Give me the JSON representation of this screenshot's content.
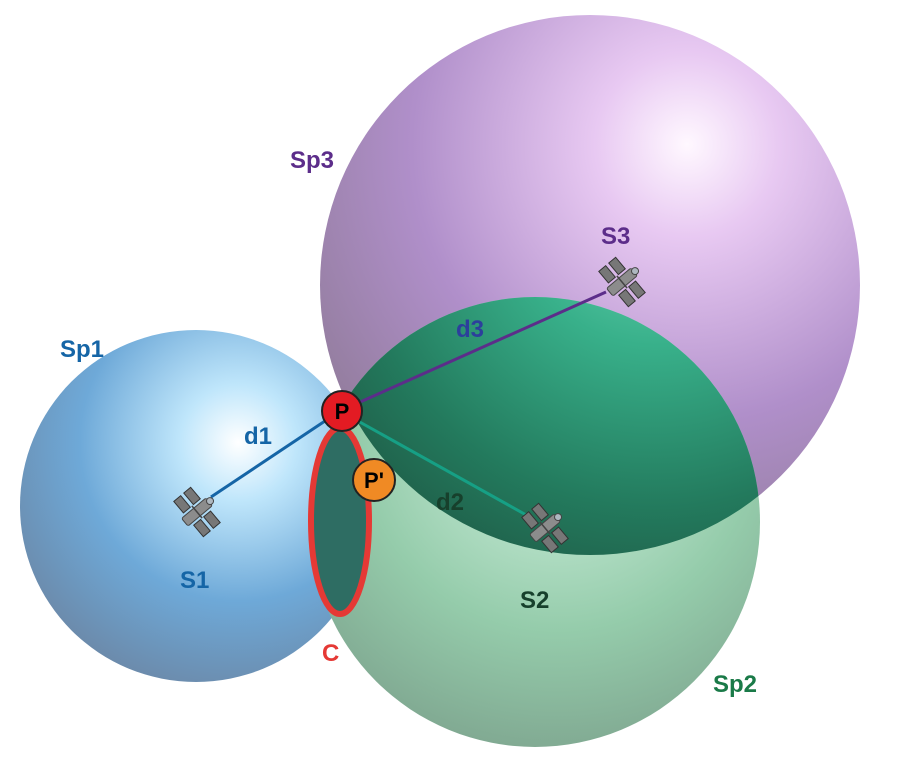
{
  "spheres": {
    "sp1": {
      "label": "Sp1",
      "color": "#1565a6"
    },
    "sp2": {
      "label": "Sp2",
      "color": "#1a7a48"
    },
    "sp3": {
      "label": "Sp3",
      "color": "#5c2d8a"
    }
  },
  "satellites": {
    "s1": {
      "label": "S1",
      "color": "#1565a6"
    },
    "s2": {
      "label": "S2",
      "color": "#17402c"
    },
    "s3": {
      "label": "S3",
      "color": "#5c2d8a"
    }
  },
  "distances": {
    "d1": {
      "label": "d1",
      "color": "#1565a6"
    },
    "d2": {
      "label": "d2",
      "color": "#17402c"
    },
    "d3": {
      "label": "d3",
      "color": "#2c3f9c"
    }
  },
  "points": {
    "p": {
      "label": "P",
      "color": "#e31b23"
    },
    "p_prime": {
      "label": "P'",
      "color": "#f08a24"
    }
  },
  "intersection_circle": {
    "label": "C",
    "color": "#e53935"
  },
  "icons": {
    "satellite": "satellite-icon"
  }
}
